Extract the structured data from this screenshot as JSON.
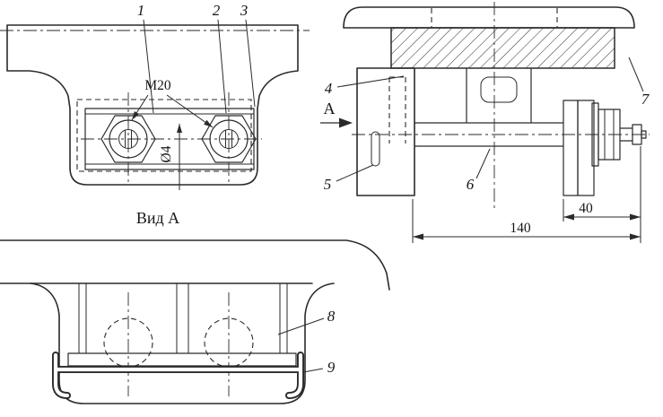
{
  "page": {
    "background": "#ffffff",
    "line_color": "#2a2a2a"
  },
  "front_view": {
    "callout_1": "1",
    "callout_2": "2",
    "callout_3": "3",
    "thread_label": "M20",
    "hole_diameter_label": "Ø4"
  },
  "side_view": {
    "callout_4": "4",
    "callout_5": "5",
    "callout_6": "6",
    "callout_7": "7",
    "view_direction_label": "А",
    "dim_length": "140",
    "dim_offset": "40"
  },
  "view_a": {
    "title": "Вид А",
    "callout_8": "8",
    "callout_9": "9"
  }
}
